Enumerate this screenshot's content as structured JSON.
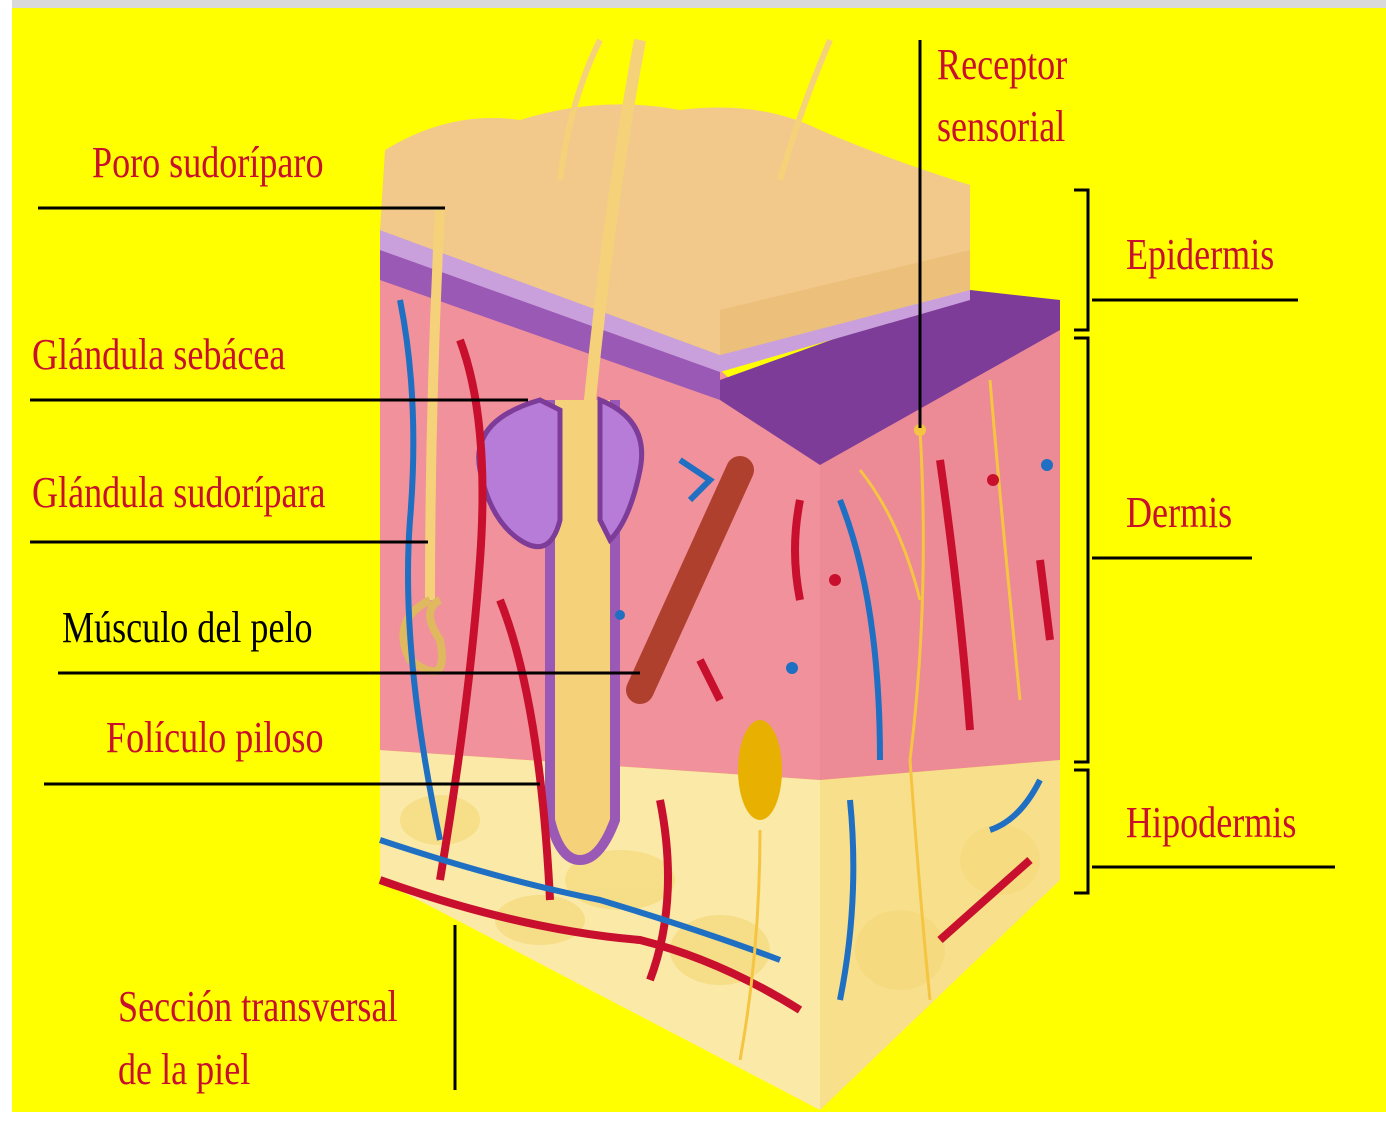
{
  "colors": {
    "background": "#ffff00",
    "label_red": "#c8102e",
    "label_black": "#000000",
    "epidermis": "#f2c98a",
    "dermis": "#f0919b",
    "hypodermis": "#fbe9a8",
    "vein_blue": "#1f6fc2",
    "artery_red": "#c8102e",
    "gland_purple": "#b77bd8",
    "nerve_yellow": "#f5c542"
  },
  "labels": {
    "poro": "Poro sudoríparo",
    "sebacea": "Glándula sebácea",
    "sudoripara": "Glándula sudorípara",
    "musculo": "Músculo del pelo",
    "foliculo": "Folículo piloso",
    "receptor_1": "Receptor",
    "receptor_2": "sensorial",
    "epidermis": "Epidermis",
    "dermis": "Dermis",
    "hipodermis": "Hipodermis",
    "seccion_1": "Sección transversal",
    "seccion_2": "de la piel"
  }
}
